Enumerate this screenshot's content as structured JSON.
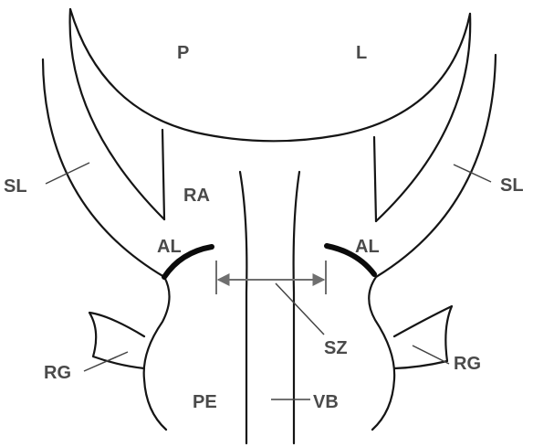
{
  "labels": {
    "p": "P",
    "l": "L",
    "ra": "RA",
    "sl_left": "SL",
    "sl_right": "SL",
    "al_left": "AL",
    "al_right": "AL",
    "sz": "SZ",
    "rg_left": "RG",
    "rg_right": "RG",
    "pe": "PE",
    "vb": "VB"
  },
  "colors": {
    "outline": "#151515",
    "articular_lip": "#0b0b0b",
    "label": "#4a4a4a",
    "dimension_arrow": "#6f6f6f"
  }
}
